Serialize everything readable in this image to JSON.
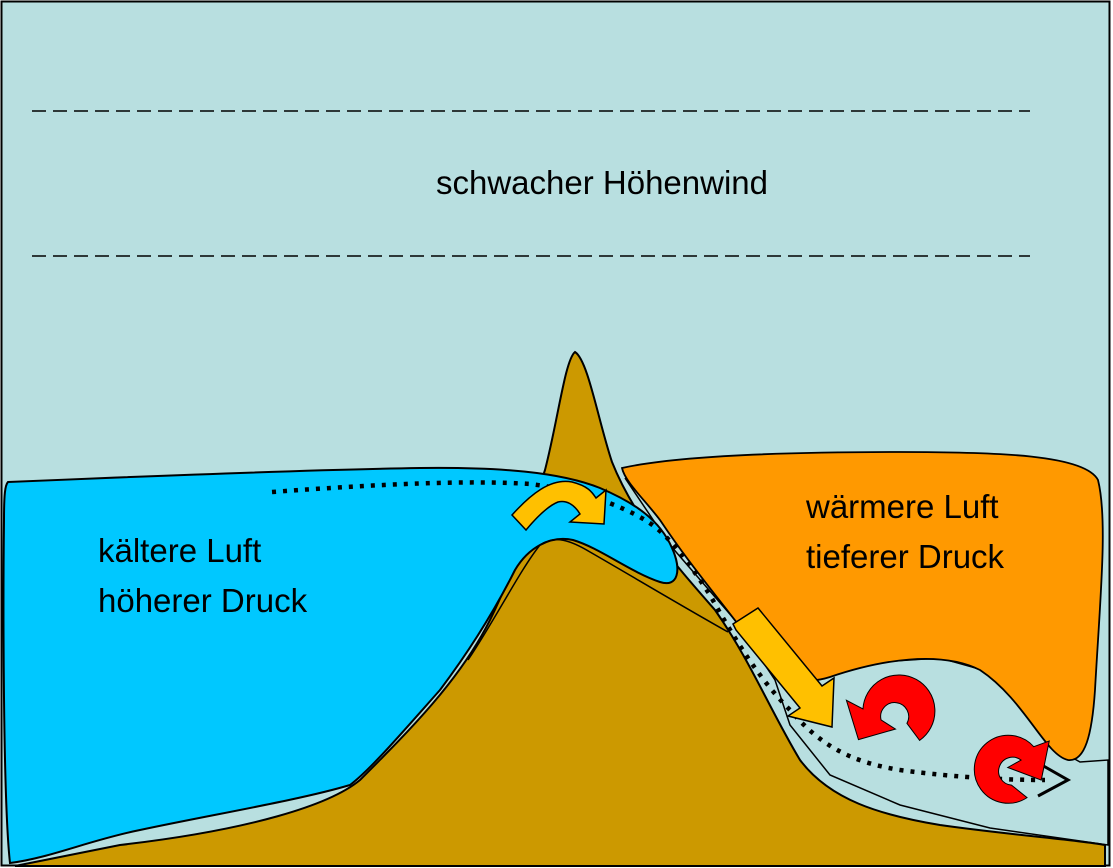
{
  "diagram": {
    "upper_wind_label": "schwacher Höhenwind",
    "cold_air_label": [
      "kältere Luft",
      "höherer Druck"
    ],
    "warm_air_label": [
      "wärmere Luft",
      "tieferer Druck"
    ]
  },
  "colors": {
    "sky": "#b8dfe0",
    "cold_air": "#00c8ff",
    "warm_air": "#ff9900",
    "mountain": "#cc9900",
    "flow_arrow": "#ffc000",
    "eddy": "#ff0000",
    "outline": "#000000"
  }
}
